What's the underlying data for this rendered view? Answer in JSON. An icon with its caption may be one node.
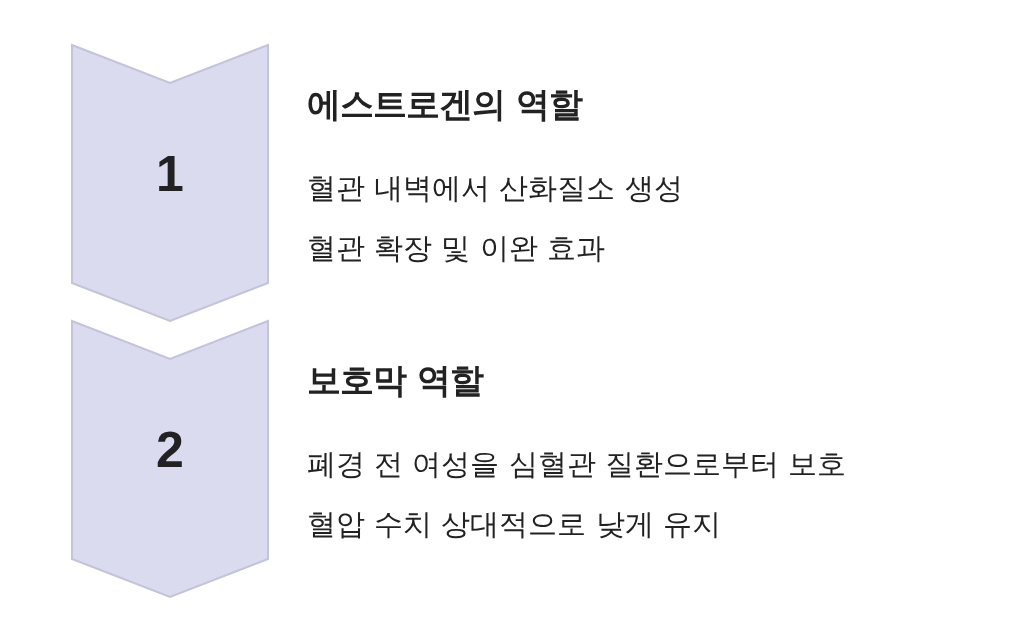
{
  "diagram": {
    "nodes": [
      {
        "text": [
          "1"
        ],
        "beside": [
          "에스트로겐의 역할",
          "혈관 내벽에서 산화질소 생성",
          "혈관 확장 및 이완 효과"
        ]
      },
      {
        "text": [
          "2"
        ],
        "beside": [
          "보호막 역할",
          "폐경 전 여성을 심혈관 질환으로부터 보호",
          "혈압 수치 상대적으로 낮게 유지"
        ]
      }
    ]
  }
}
